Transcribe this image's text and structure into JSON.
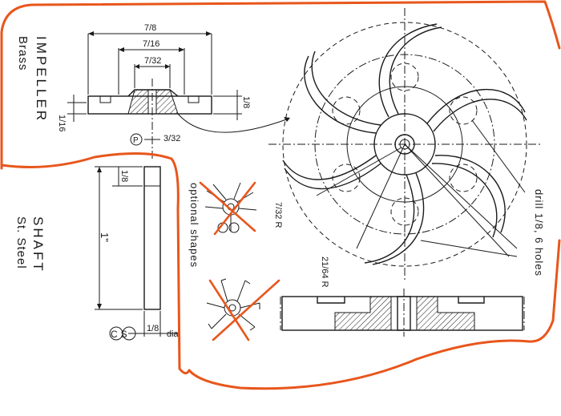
{
  "labels": {
    "impeller_title": "IMPELLER",
    "impeller_material": "Brass",
    "shaft_title": "SHAFT",
    "shaft_material": "St. Steel",
    "dim_overall": "7/8",
    "dim_mid": "7/16",
    "dim_hub": "7/32",
    "dim_thickness": "1/8",
    "dim_base": "1/16",
    "dim_fit": "3/32",
    "fit_symbol": "P",
    "shaft_top": "1/8",
    "shaft_length": "1\"",
    "shaft_dia": "1/8",
    "dia_suffix": "dia.",
    "cs_symbol": "CS",
    "optional_shapes": "optional shapes",
    "radius_small": "7/32 R",
    "radius_large": "21/64 R",
    "drill_note": "drill 1/8, 6 holes"
  },
  "colors": {
    "ink": "#1a1a1a",
    "annotation": "#e8561c",
    "paper": "#ffffff"
  }
}
